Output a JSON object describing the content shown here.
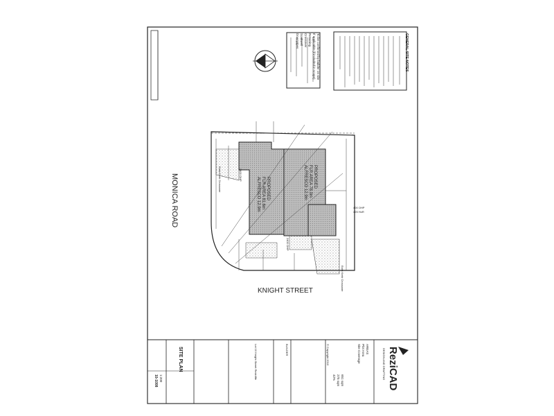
{
  "roads": {
    "left": "MONICA ROAD",
    "bottom": "KNIGHT STREET"
  },
  "units": {
    "left": {
      "line1": "PROPOSED",
      "line2": "FLR AREA 81.6m",
      "line3": "ALFRESCO 12.9m"
    },
    "right": {
      "line1": "PROPOSED",
      "line2": "FLR AREA 78.0m",
      "line3": "ALFRESCO 12.9m"
    }
  },
  "general_notes": {
    "title": "GENERAL SITE NOTES",
    "items": [
      "(1)",
      "(2)",
      "(3)",
      "(4)",
      "(5)",
      "(6)",
      "(7)",
      "(8)"
    ]
  },
  "builder_note": {
    "lines": [
      "To be confirmed by builder on site",
      "If applicable (if included in scope)",
      "Retaining",
      "Crossover",
      "Soakwell",
      "Downpipes"
    ]
  },
  "dims": {
    "d1": "2400 OHP",
    "d2": "2400 OHP",
    "d3": "400 OHP",
    "d4": "425 HoR"
  },
  "crossover": {
    "left": "Exist Kerb Crossover",
    "right": "Exist Kerb Crossover"
  },
  "title_block": {
    "logo": "ReziCAD",
    "tagline": "DESIGN AND DRAFTING",
    "areas": {
      "heading": "AREAS",
      "plot": "Plot Area",
      "site_cover": "Site Coverage",
      "v1": "651 sqm",
      "v2": "275 sqm",
      "v3": "42%"
    },
    "copyright": "© Copyright 2010",
    "builder": "BUILDER",
    "address": "Lot 10 Knight Street Redcliffe",
    "drawing": "SITE PLAN",
    "scale": "1:200",
    "job": "10-1008"
  }
}
